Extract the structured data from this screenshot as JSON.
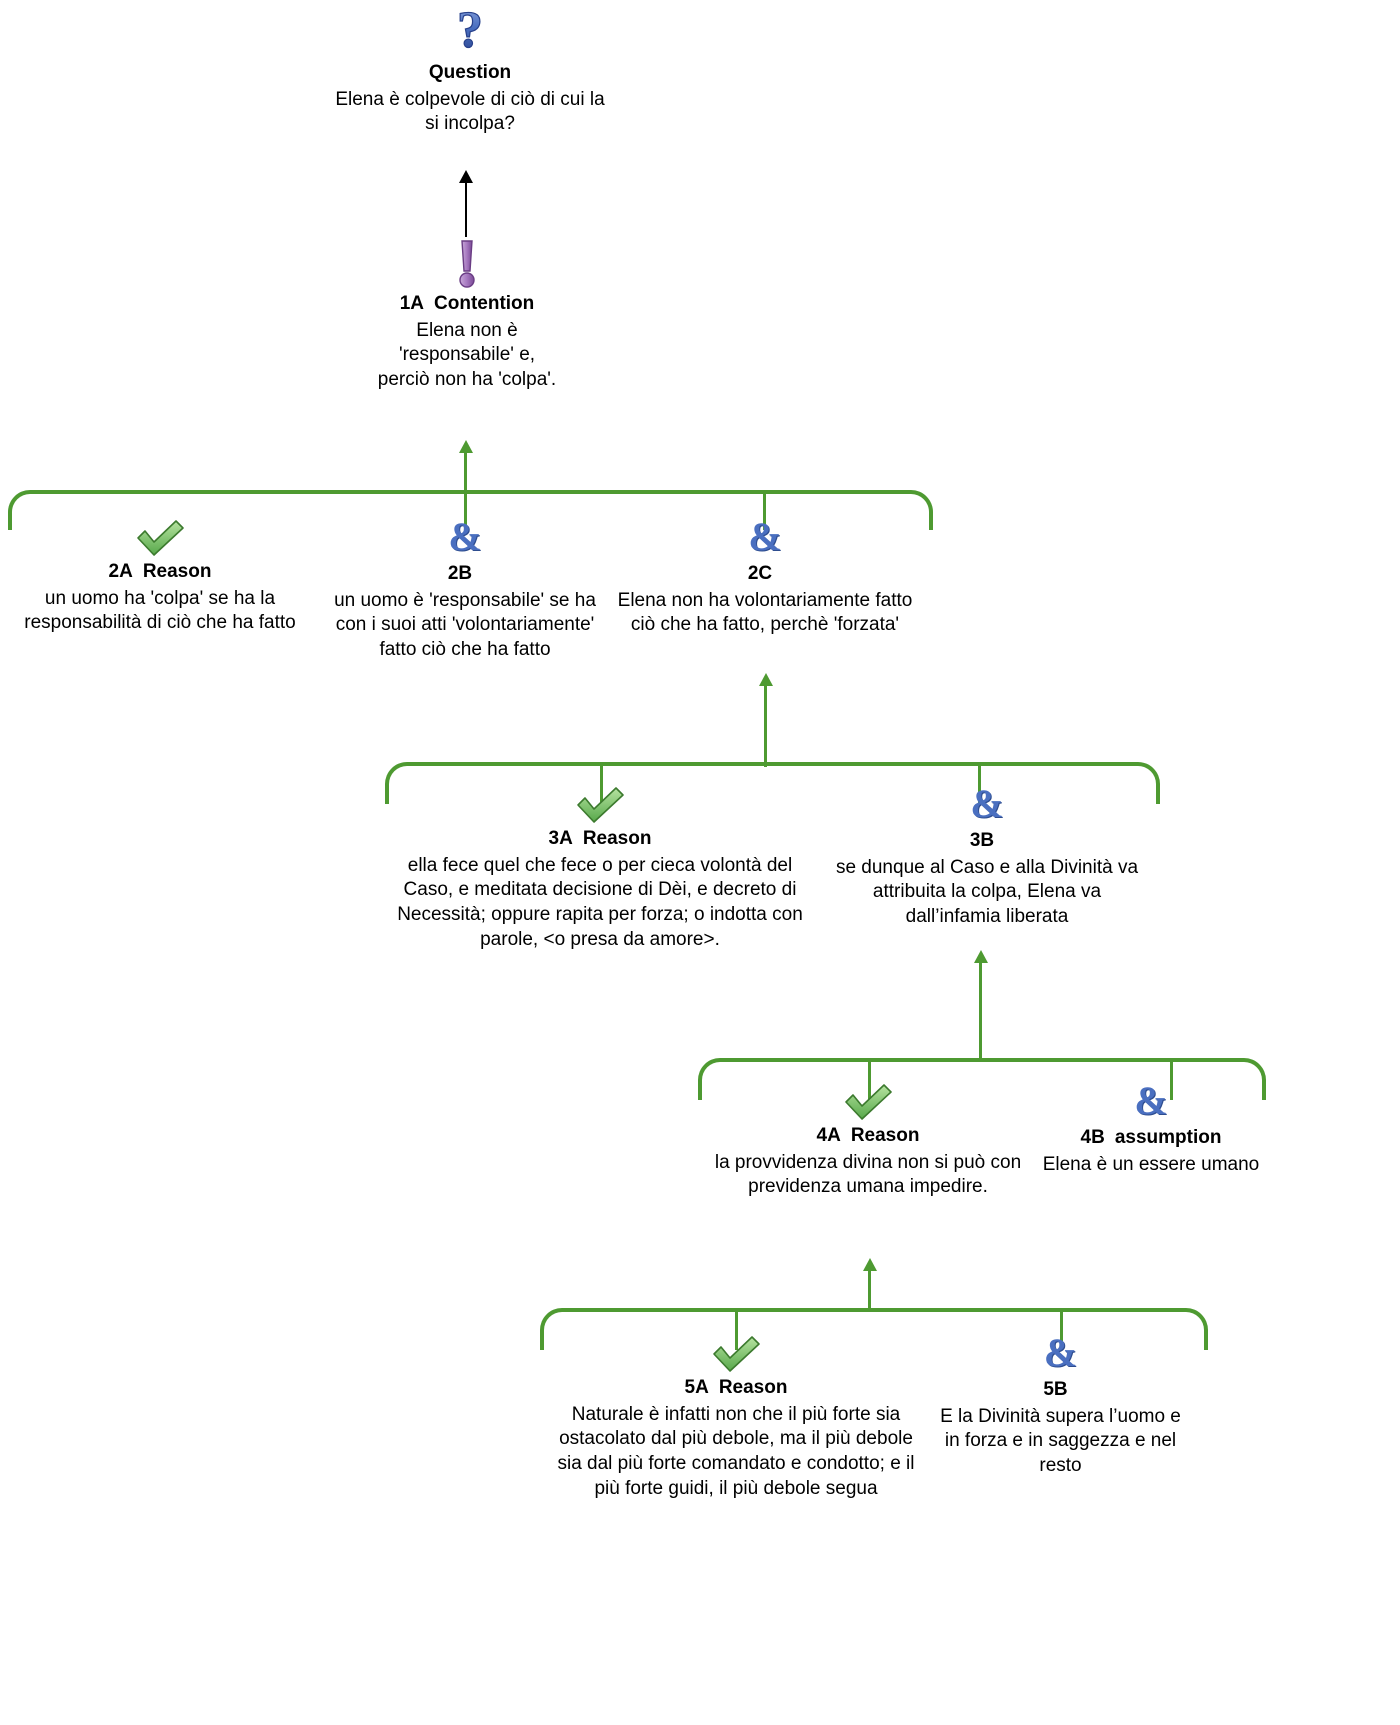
{
  "diagram": {
    "title": "Argument map: Elena",
    "accent_green": "#4e9a31",
    "accent_blue": "#4a6fc0",
    "accent_purple": "#9b6fb5"
  },
  "nodes": {
    "question": {
      "icon": "question-mark-icon",
      "number": "",
      "type": "Question",
      "text": "Elena è colpevole di ciò di cui la si incolpa?"
    },
    "n1a": {
      "icon": "exclamation-mark-icon",
      "number": "1A",
      "type": "Contention",
      "text": "Elena non è 'responsabile' e, perciò non ha 'colpa'."
    },
    "n2a": {
      "icon": "green-check-icon",
      "number": "2A",
      "type": "Reason",
      "text": "un uomo ha 'colpa' se ha la responsabilità di ciò che ha fatto"
    },
    "n2b": {
      "icon": "ampersand-icon",
      "number": "2B",
      "type": "",
      "text": "un uomo è 'responsabile' se ha con i suoi atti 'volontariamente' fatto ciò che ha fatto"
    },
    "n2c": {
      "icon": "ampersand-icon",
      "number": "2C",
      "type": "",
      "text": "Elena non ha volontariamente fatto ciò che ha fatto, perchè 'forzata'"
    },
    "n3a": {
      "icon": "green-check-icon",
      "number": "3A",
      "type": "Reason",
      "text": "ella fece quel che fece o per cieca volontà del Caso, e meditata decisione di Dèi, e decreto di Necessità; oppure rapita per forza; o indotta con parole, <o presa da amore>."
    },
    "n3b": {
      "icon": "ampersand-icon",
      "number": "3B",
      "type": "",
      "text": "se dunque al Caso e alla Divinità va attribuita la colpa, Elena va dall’infamia liberata"
    },
    "n4a": {
      "icon": "green-check-icon",
      "number": "4A",
      "type": "Reason",
      "text": "la provvidenza divina non si può con previdenza umana impedire."
    },
    "n4b": {
      "icon": "ampersand-icon",
      "number": "4B",
      "type": "assumption",
      "text": "Elena è un essere umano"
    },
    "n5a": {
      "icon": "green-check-icon",
      "number": "5A",
      "type": "Reason",
      "text": "Naturale è infatti non che il più forte sia ostacolato dal più debole, ma il più debole sia dal più forte comandato e condotto; e il più forte guidi, il più debole segua"
    },
    "n5b": {
      "icon": "ampersand-icon",
      "number": "5B",
      "type": "",
      "text": "E la Divinità supera l’uomo e in forza e in saggezza e nel resto"
    }
  },
  "icons": {
    "ampersand_glyph": "&",
    "question_glyph": "?",
    "exclamation_glyph": "!"
  }
}
